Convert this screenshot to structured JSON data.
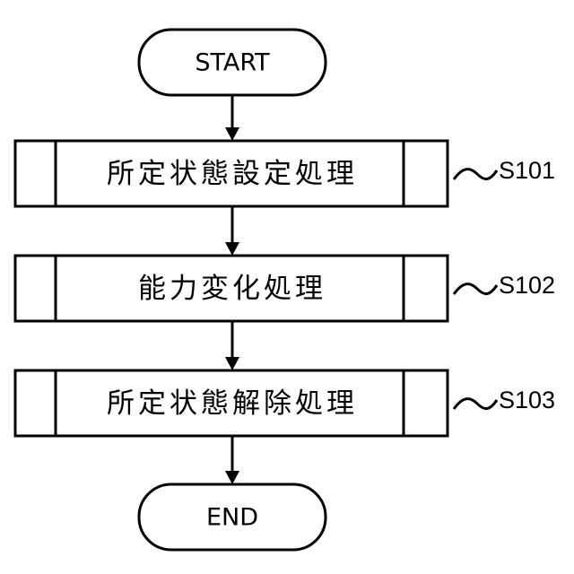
{
  "flowchart": {
    "start": {
      "label": "START"
    },
    "steps": [
      {
        "text": "所定状態設定処理",
        "step_id": "S101"
      },
      {
        "text": "能力変化処理",
        "step_id": "S102"
      },
      {
        "text": "所定状態解除処理",
        "step_id": "S103"
      }
    ],
    "end": {
      "label": "END"
    }
  }
}
